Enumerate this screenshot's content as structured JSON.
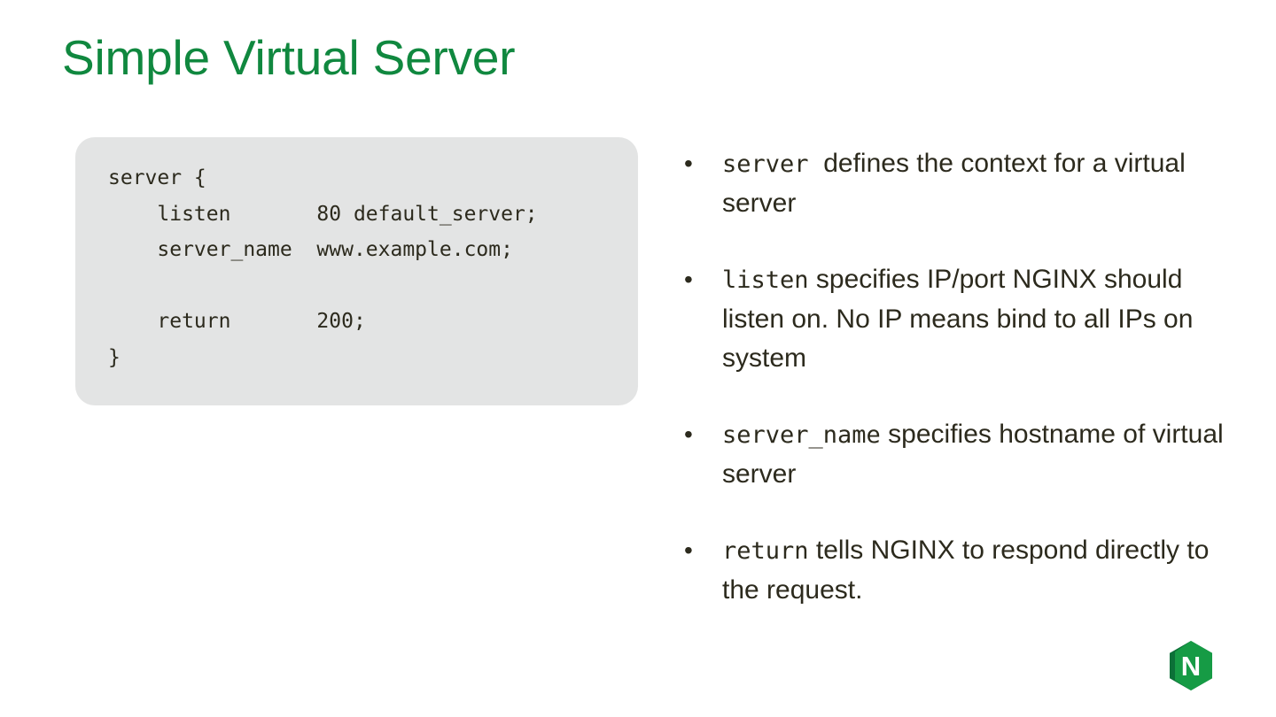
{
  "slide": {
    "title": "Simple Virtual Server",
    "title_color": "#10883f",
    "background_color": "#ffffff",
    "body_text_color": "#2c2a1d"
  },
  "code_panel": {
    "background_color": "#e3e4e4",
    "language": "nginx",
    "code": "server {\n    listen       80 default_server;\n    server_name  www.example.com;\n\n    return       200;\n}",
    "lines": [
      "server {",
      "    listen       80 default_server;",
      "    server_name  www.example.com;",
      "",
      "    return       200;",
      "}"
    ]
  },
  "bullets": [
    {
      "marker": "•",
      "code_term": "server",
      "text": "defines the context for a virtual server",
      "full_text": "server defines the context for a virtual server"
    },
    {
      "marker": "•",
      "code_term": "listen",
      "text": "specifies IP/port NGINX should listen on. No IP means bind to all IPs on system",
      "full_text": "listen specifies IP/port NGINX should listen on. No IP means bind to all IPs on system"
    },
    {
      "marker": "•",
      "code_term": "server_name",
      "text": "specifies hostname of virtual server",
      "full_text": "server_name specifies hostname of virtual server"
    },
    {
      "marker": "•",
      "code_term": "return",
      "text": "tells NGINX to respond directly to the request.",
      "full_text": "return tells NGINX to respond directly to the request."
    }
  ],
  "logo": {
    "name": "nginx-logo",
    "letter": "N",
    "hex_light_color": "#169b45",
    "hex_dark_color": "#0c7038",
    "letter_color": "#ffffff"
  }
}
